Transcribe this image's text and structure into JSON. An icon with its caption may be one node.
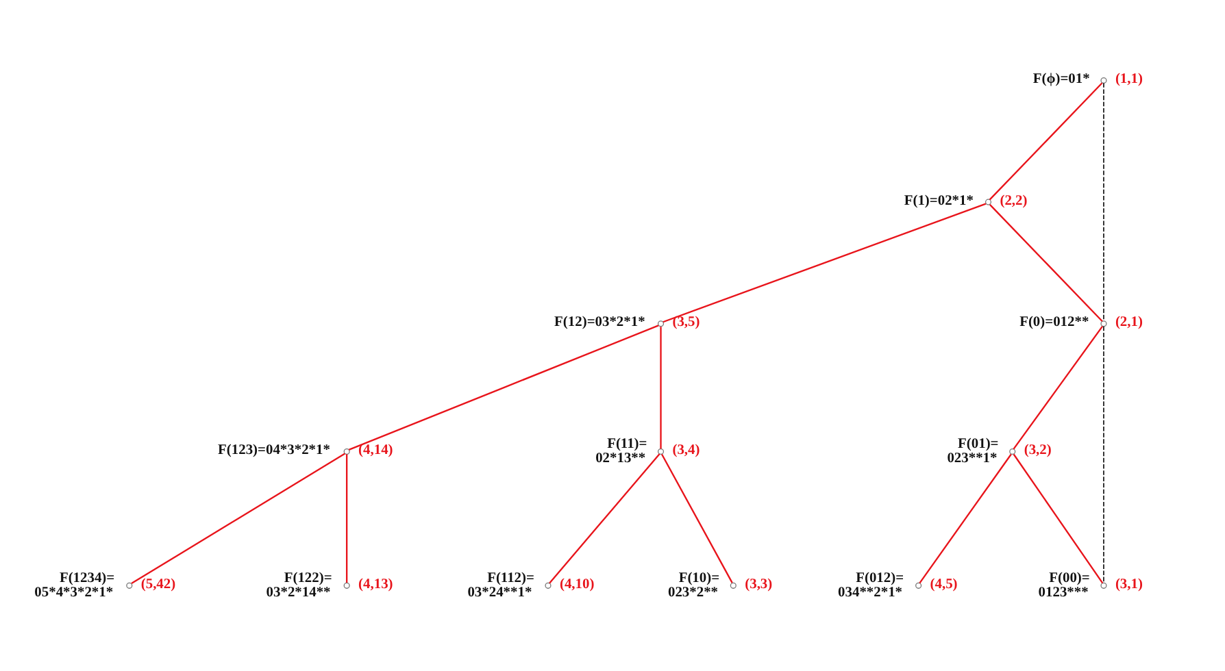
{
  "diagram": {
    "nodes": [
      {
        "text": [],
        "shape": "circle",
        "beside": [
          "F(ϕ)=01*",
          "(1,1)"
        ]
      },
      {
        "text": [],
        "shape": "circle",
        "beside": [
          "F(1)=02*1*",
          "(2,2)"
        ]
      },
      {
        "text": [],
        "shape": "circle",
        "beside": [
          "F(0)=012**",
          "(2,1)"
        ]
      },
      {
        "text": [],
        "shape": "circle",
        "beside": [
          "F(12)=03*2*1*",
          "(3,5)"
        ]
      },
      {
        "text": [],
        "shape": "circle",
        "beside": [
          "F(123)=04*3*2*1*",
          "(4,14)"
        ]
      },
      {
        "text": [],
        "shape": "circle",
        "beside": [
          "F(11)= 02*13**",
          "(3,4)"
        ]
      },
      {
        "text": [],
        "shape": "circle",
        "beside": [
          "F(01)= 023**1*",
          "(3,2)"
        ]
      },
      {
        "text": [],
        "shape": "circle",
        "beside": [
          "F(1234)= 05*4*3*2*1*",
          "(5,42)"
        ]
      },
      {
        "text": [],
        "shape": "circle",
        "beside": [
          "F(122)= 03*2*14**",
          "(4,13)"
        ]
      },
      {
        "text": [],
        "shape": "circle",
        "beside": [
          "F(112)= 03*24**1*",
          "(4,10)"
        ]
      },
      {
        "text": [],
        "shape": "circle",
        "beside": [
          "F(10)= 023*2**",
          "(3,3)"
        ]
      },
      {
        "text": [],
        "shape": "circle",
        "beside": [
          "F(012)= 034**2*1*",
          "(4,5)"
        ]
      },
      {
        "text": [],
        "shape": "circle",
        "beside": [
          "F(00)= 0123***",
          "(3,1)"
        ]
      }
    ],
    "edges": [
      {
        "from": 0,
        "to": 1,
        "arrow": "none"
      },
      {
        "from": 0,
        "to": 2,
        "arrow": "none",
        "style": "dashed",
        "color": "#000000"
      },
      {
        "from": 1,
        "to": 3,
        "arrow": "none"
      },
      {
        "from": 1,
        "to": 2,
        "arrow": "none"
      },
      {
        "from": 3,
        "to": 4,
        "arrow": "none"
      },
      {
        "from": 3,
        "to": 5,
        "arrow": "none"
      },
      {
        "from": 2,
        "to": 6,
        "arrow": "none"
      },
      {
        "from": 2,
        "to": 12,
        "arrow": "none",
        "style": "dashed",
        "color": "#000000"
      },
      {
        "from": 4,
        "to": 7,
        "arrow": "none"
      },
      {
        "from": 4,
        "to": 8,
        "arrow": "none"
      },
      {
        "from": 5,
        "to": 9,
        "arrow": "none"
      },
      {
        "from": 5,
        "to": 10,
        "arrow": "none"
      },
      {
        "from": 6,
        "to": 11,
        "arrow": "none"
      },
      {
        "from": 6,
        "to": 12,
        "arrow": "none"
      }
    ]
  }
}
